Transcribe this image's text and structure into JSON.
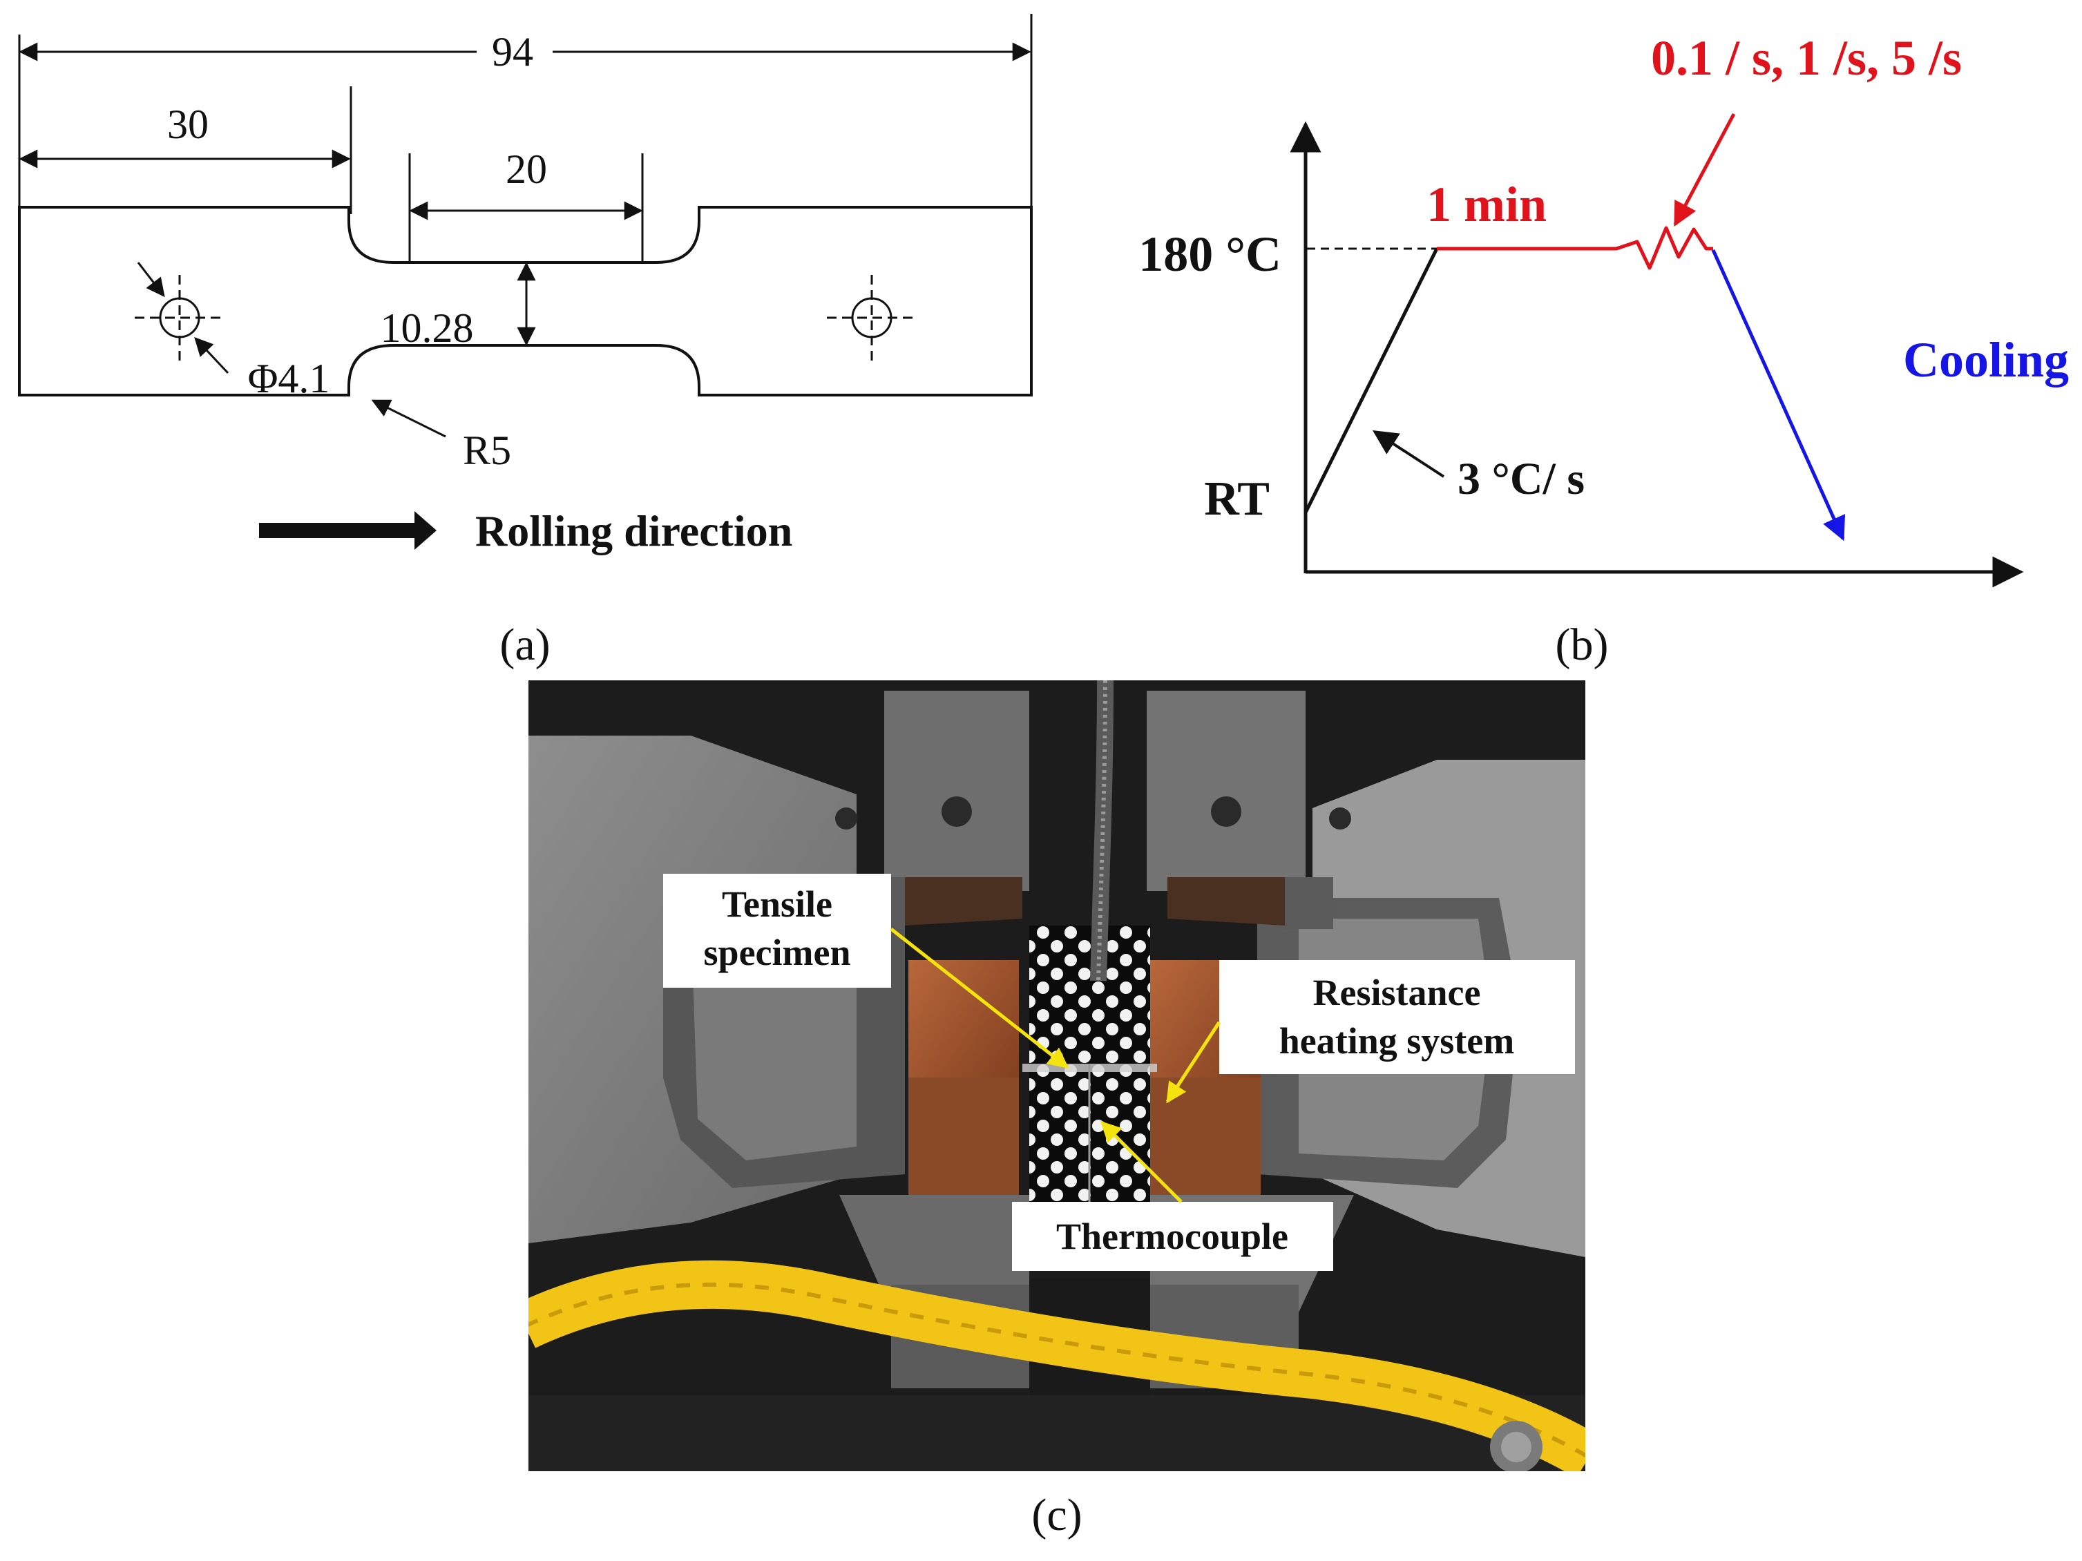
{
  "panel_a": {
    "label": "(a)",
    "dim_total": "94",
    "dim_grip": "30",
    "dim_gauge_length": "20",
    "dim_gauge_width": "10.28",
    "dim_hole": "Φ4.1",
    "dim_radius": "R5",
    "rolling_direction": "Rolling direction"
  },
  "panel_b": {
    "label": "(b)",
    "temperature_label": "180 °C",
    "rt_label": "RT",
    "heating_rate": "3 °C/ s",
    "hold_time": "1 min",
    "strain_rates": "0.1 / s, 1 /s, 5 /s",
    "cooling": "Cooling",
    "colors": {
      "hold": "#e0121b",
      "cooling": "#1515e6",
      "heating": "#111111"
    }
  },
  "panel_c": {
    "label": "(c)",
    "callout_specimen_line1": "Tensile",
    "callout_specimen_line2": "specimen",
    "callout_heating_line1": "Resistance",
    "callout_heating_line2": "heating system",
    "callout_thermocouple": "Thermocouple",
    "colors": {
      "leader": "#f4e30c",
      "cable": "#f2c415"
    }
  }
}
